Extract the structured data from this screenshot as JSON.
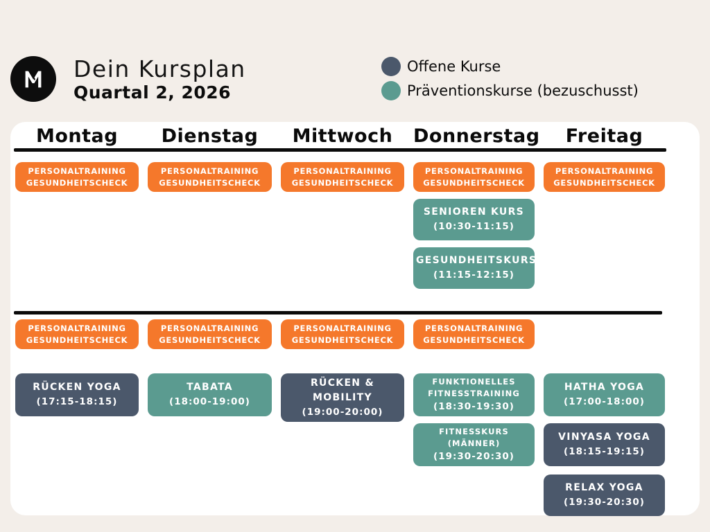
{
  "header": {
    "logo_letter": "M",
    "title": "Dein Kursplan",
    "subtitle": "Quartal 2, 2026"
  },
  "legend": {
    "open": {
      "label": "Offene Kurse",
      "color": "#4b586b"
    },
    "prevention": {
      "label": "Präventionskurse (bezuschusst)",
      "color": "#5b9b90"
    }
  },
  "colors": {
    "background": "#f3eee9",
    "card": "#ffffff",
    "orange_badge": "#f5782b",
    "teal_badge": "#5b9b90",
    "dark_badge": "#4b586b"
  },
  "schedule": {
    "day_headers": [
      "Montag",
      "Dienstag",
      "Mittwoch",
      "Donnerstag",
      "Freitag"
    ],
    "personal_training_badge": {
      "line1": "PERSONALTRAINING",
      "line2": "GESUNDHEITSCHECK"
    },
    "morning": {
      "donnerstag": [
        {
          "title": "SENIOREN KURS",
          "time": "(10:30-11:15)",
          "type": "prevention"
        },
        {
          "title": "GESUNDHEITSKURS",
          "time": "(11:15-12:15)",
          "type": "prevention"
        }
      ]
    },
    "evening": {
      "montag": [
        {
          "title": "RÜCKEN YOGA",
          "time": "(17:15-18:15)",
          "type": "open"
        }
      ],
      "dienstag": [
        {
          "title": "TABATA",
          "time": "(18:00-19:00)",
          "type": "prevention"
        }
      ],
      "mittwoch": [
        {
          "title_line1": "RÜCKEN &",
          "title_line2": "MOBILITY",
          "time": "(19:00-20:00)",
          "type": "open"
        }
      ],
      "donnerstag": [
        {
          "title_line1": "FUNKTIONELLES",
          "title_line2": "FITNESSTRAINING",
          "time": "(18:30-19:30)",
          "type": "prevention"
        },
        {
          "title_line1": "FITNESSKURS",
          "title_line2": "(MÄNNER)",
          "time": "(19:30-20:30)",
          "type": "prevention"
        }
      ],
      "freitag": [
        {
          "title": "HATHA YOGA",
          "time": "(17:00-18:00)",
          "type": "prevention"
        },
        {
          "title": "VINYASA YOGA",
          "time": "(18:15-19:15)",
          "type": "open"
        },
        {
          "title": "RELAX YOGA",
          "time": "(19:30-20:30)",
          "type": "open"
        }
      ]
    }
  }
}
